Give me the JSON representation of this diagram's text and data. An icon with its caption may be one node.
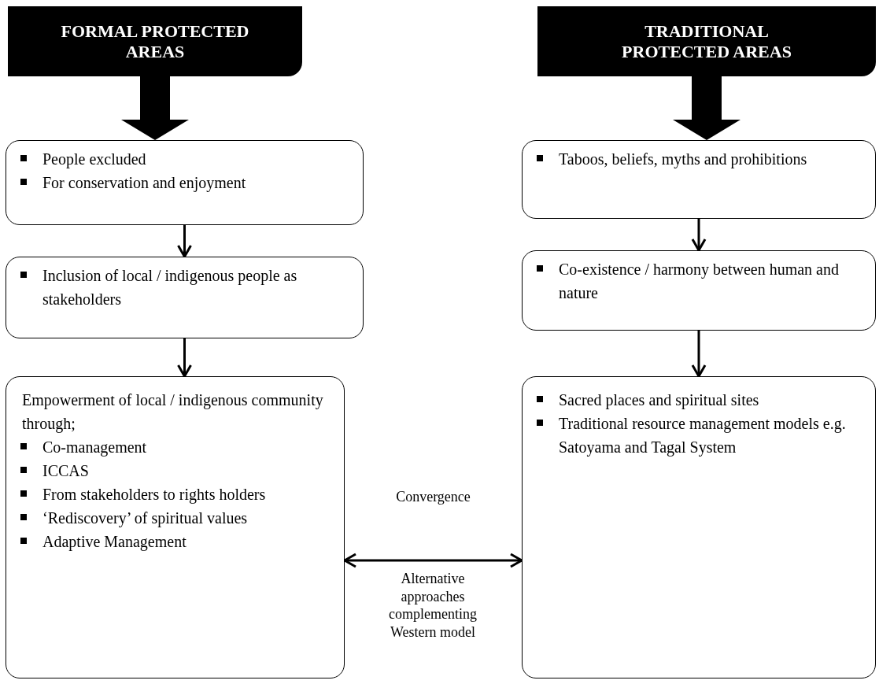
{
  "diagram": {
    "nodes": [
      {
        "text": [
          "FORMAL PROTECTED AREAS"
        ]
      },
      {
        "text": [
          "People excluded",
          "For conservation and enjoyment"
        ]
      },
      {
        "text": [
          "Inclusion of local / indigenous people as stakeholders"
        ]
      },
      {
        "text": [
          "Empowerment of local / indigenous community through;",
          "Co-management",
          "ICCAS",
          "From stakeholders to rights holders",
          "‘Rediscovery’ of spiritual values",
          "Adaptive Management"
        ]
      },
      {
        "text": [
          "TRADITIONAL PROTECTED AREAS"
        ]
      },
      {
        "text": [
          "Taboos, beliefs, myths and prohibitions"
        ]
      },
      {
        "text": [
          "Co-existence / harmony between human and nature"
        ]
      },
      {
        "text": [
          "Sacred places and spiritual sites",
          "Traditional resource management models e.g. Satoyama and Tagal System"
        ]
      }
    ],
    "edges": [
      {
        "from": 0,
        "to": 1,
        "arrow": "to",
        "style": "thick"
      },
      {
        "from": 1,
        "to": 2,
        "arrow": "to"
      },
      {
        "from": 2,
        "to": 3,
        "arrow": "to"
      },
      {
        "from": 4,
        "to": 5,
        "arrow": "to",
        "style": "thick"
      },
      {
        "from": 5,
        "to": 6,
        "arrow": "to"
      },
      {
        "from": 6,
        "to": 7,
        "arrow": "to"
      },
      {
        "from": 3,
        "to": 7,
        "arrow": "both",
        "label": "Convergence"
      }
    ],
    "labels": [
      "Alternative approaches complementing Western model"
    ]
  }
}
